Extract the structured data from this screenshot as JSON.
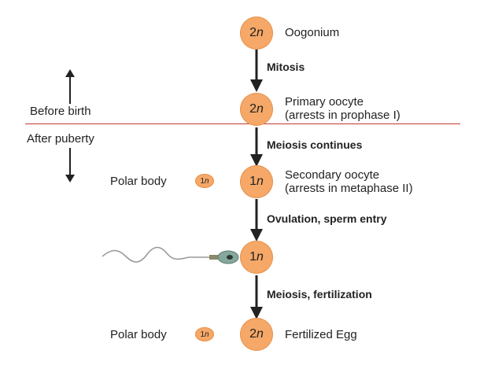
{
  "stages": [
    {
      "count": "2",
      "unit": "n",
      "label": "Oogonium"
    },
    {
      "count": "2",
      "unit": "n",
      "label": "Primary oocyte",
      "sublabel": "(arrests in prophase I)"
    },
    {
      "count": "1",
      "unit": "n",
      "label": "Secondary oocyte",
      "sublabel": "(arrests in metaphase II)"
    },
    {
      "count": "1",
      "unit": "n"
    },
    {
      "count": "2",
      "unit": "n",
      "label": "Fertilized Egg"
    }
  ],
  "steps": [
    "Mitosis",
    "Meiosis continues",
    "Ovulation, sperm entry",
    "Meiosis, fertilization"
  ],
  "polar_bodies": [
    {
      "label": "Polar body",
      "count": "1",
      "unit": "n"
    },
    {
      "label": "Polar body",
      "count": "1",
      "unit": "n"
    }
  ],
  "timeline": {
    "before": "Before birth",
    "after": "After puberty"
  },
  "colors": {
    "cell": "#f5a867",
    "divider": "#c0392b",
    "arrow": "#222222"
  },
  "icons": {
    "up_arrow": "up-arrow-icon",
    "down_arrow": "down-arrow-icon",
    "sperm": "sperm-icon"
  }
}
